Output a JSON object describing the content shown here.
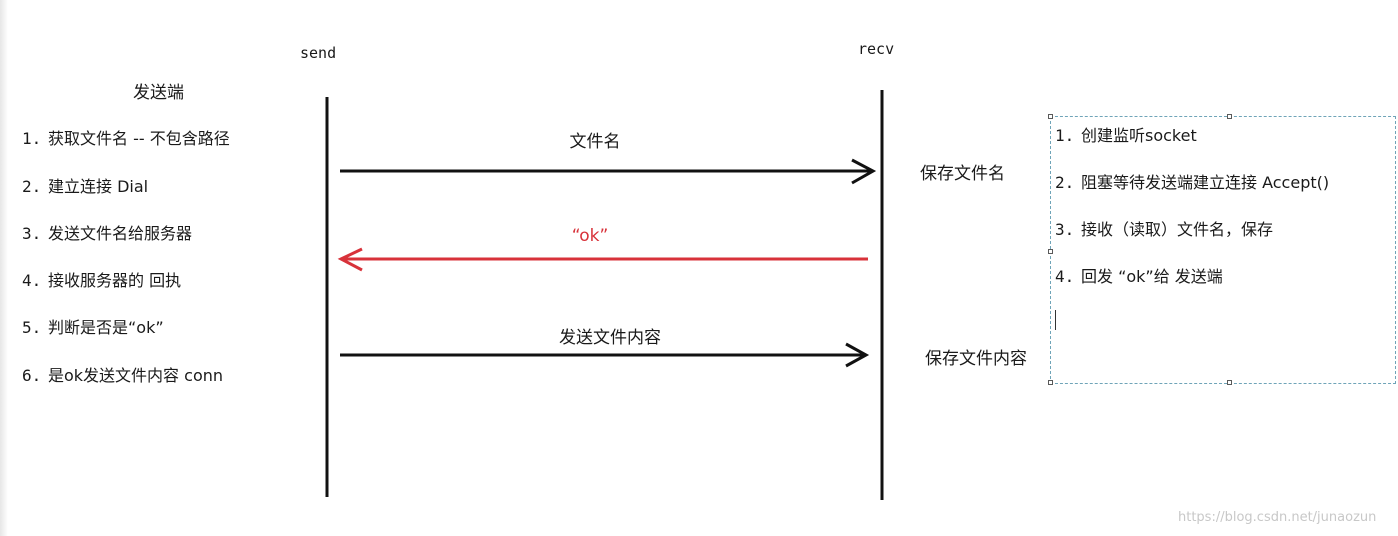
{
  "lifelines": {
    "send": "send",
    "recv": "recv"
  },
  "sender": {
    "title": "发送端",
    "steps": [
      {
        "num": "1.",
        "text": "获取文件名 -- 不包含路径"
      },
      {
        "num": "2.",
        "text": "建立连接 Dial"
      },
      {
        "num": "3.",
        "text": "发送文件名给服务器"
      },
      {
        "num": "4.",
        "text": "接收服务器的 回执"
      },
      {
        "num": "5.",
        "text": "判断是否是“ok”"
      },
      {
        "num": "6.",
        "text": "是ok发送文件内容 conn"
      }
    ]
  },
  "messages": [
    {
      "label": "文件名",
      "direction": "right",
      "color": "#111111"
    },
    {
      "label": "“ok”",
      "direction": "left",
      "color": "#d8323a"
    },
    {
      "label": "发送文件内容",
      "direction": "right",
      "color": "#111111"
    }
  ],
  "receiver_notes": [
    "保存文件名",
    "保存文件内容"
  ],
  "receiver": {
    "steps": [
      {
        "num": "1.",
        "text": "创建监听socket"
      },
      {
        "num": "2.",
        "text": "阻塞等待发送端建立连接 Accept()"
      },
      {
        "num": "3.",
        "text": "接收（读取）文件名，保存"
      },
      {
        "num": "4.",
        "text": "回发 “ok”给 发送端"
      }
    ]
  },
  "watermark": "https://blog.csdn.net/junaozun",
  "colors": {
    "line": "#111111",
    "reply": "#d8323a",
    "box_border": "#6fa4b8"
  }
}
